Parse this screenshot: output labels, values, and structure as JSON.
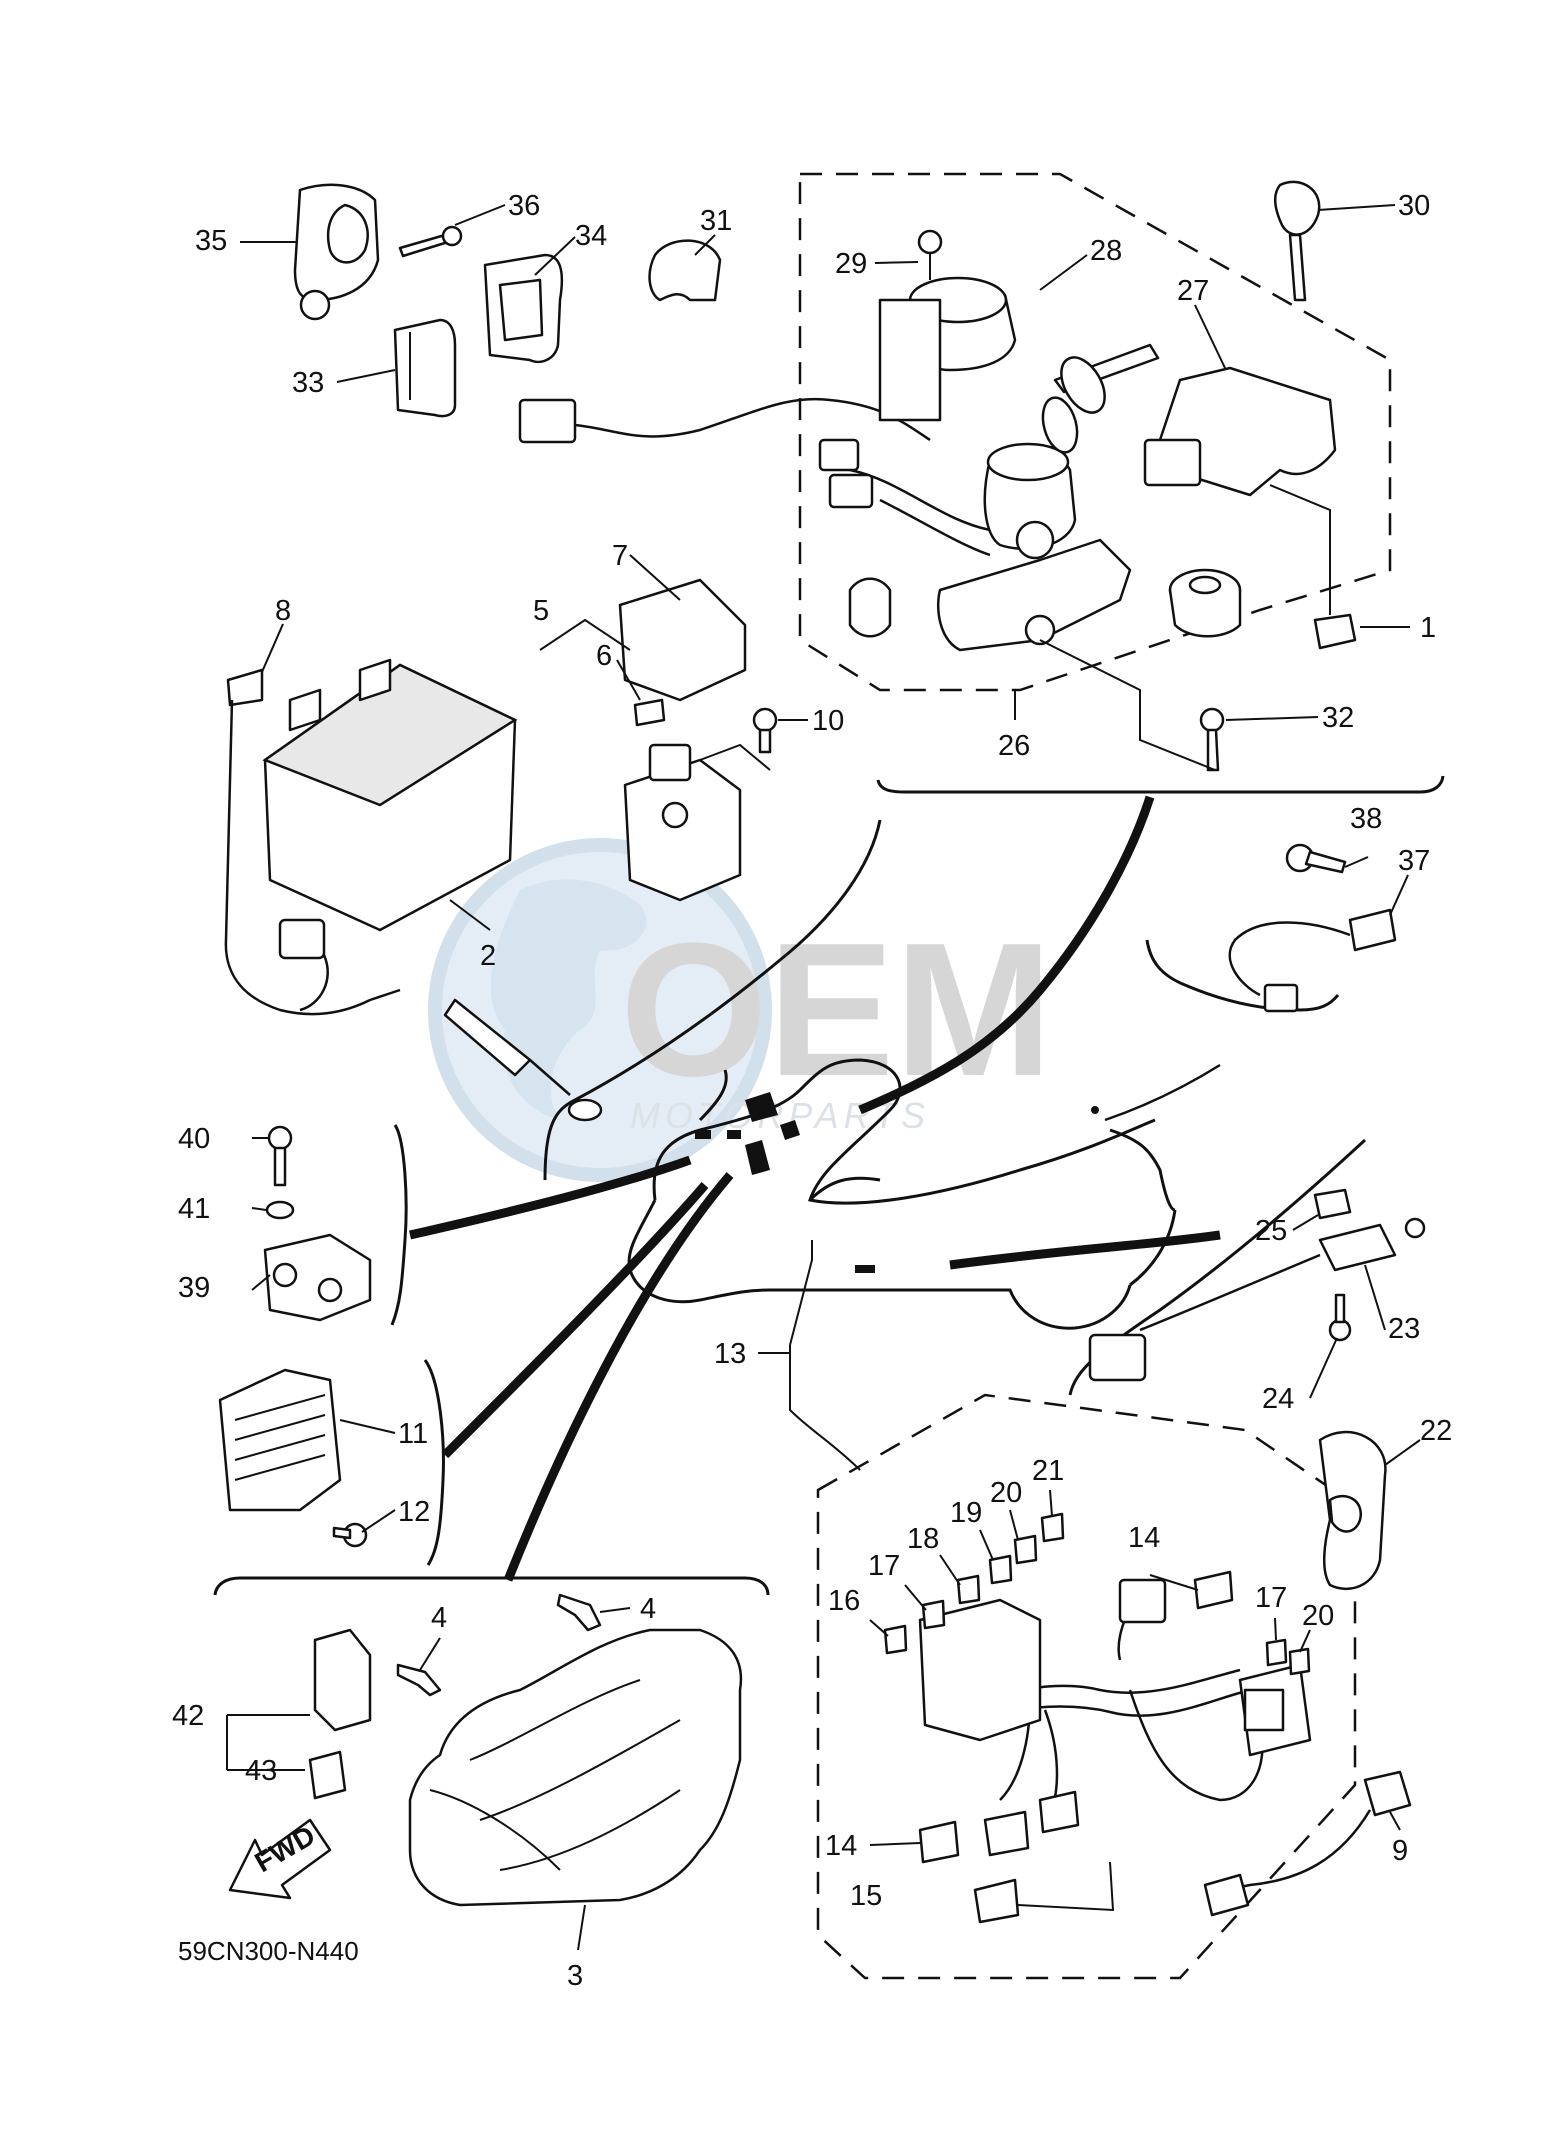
{
  "diagram": {
    "drawing_code": "59CN300-N440",
    "forward_marker": "FWD",
    "watermark": {
      "brand": "OEM",
      "tagline": "MOTORPARTS"
    },
    "callouts": [
      {
        "id": "c1",
        "label": "1"
      },
      {
        "id": "c2",
        "label": "2"
      },
      {
        "id": "c3",
        "label": "3"
      },
      {
        "id": "c4a",
        "label": "4"
      },
      {
        "id": "c4b",
        "label": "4"
      },
      {
        "id": "c5",
        "label": "5"
      },
      {
        "id": "c6",
        "label": "6"
      },
      {
        "id": "c7",
        "label": "7"
      },
      {
        "id": "c8",
        "label": "8"
      },
      {
        "id": "c9",
        "label": "9"
      },
      {
        "id": "c10",
        "label": "10"
      },
      {
        "id": "c11",
        "label": "11"
      },
      {
        "id": "c12",
        "label": "12"
      },
      {
        "id": "c13",
        "label": "13"
      },
      {
        "id": "c14a",
        "label": "14"
      },
      {
        "id": "c14b",
        "label": "14"
      },
      {
        "id": "c15",
        "label": "15"
      },
      {
        "id": "c16",
        "label": "16"
      },
      {
        "id": "c17a",
        "label": "17"
      },
      {
        "id": "c17b",
        "label": "17"
      },
      {
        "id": "c18",
        "label": "18"
      },
      {
        "id": "c19",
        "label": "19"
      },
      {
        "id": "c20a",
        "label": "20"
      },
      {
        "id": "c20b",
        "label": "20"
      },
      {
        "id": "c21",
        "label": "21"
      },
      {
        "id": "c22",
        "label": "22"
      },
      {
        "id": "c23",
        "label": "23"
      },
      {
        "id": "c24",
        "label": "24"
      },
      {
        "id": "c25",
        "label": "25"
      },
      {
        "id": "c26",
        "label": "26"
      },
      {
        "id": "c27",
        "label": "27"
      },
      {
        "id": "c28",
        "label": "28"
      },
      {
        "id": "c29",
        "label": "29"
      },
      {
        "id": "c30",
        "label": "30"
      },
      {
        "id": "c31",
        "label": "31"
      },
      {
        "id": "c32",
        "label": "32"
      },
      {
        "id": "c33",
        "label": "33"
      },
      {
        "id": "c34",
        "label": "34"
      },
      {
        "id": "c35",
        "label": "35"
      },
      {
        "id": "c36",
        "label": "36"
      },
      {
        "id": "c37",
        "label": "37"
      },
      {
        "id": "c38",
        "label": "38"
      },
      {
        "id": "c39",
        "label": "39"
      },
      {
        "id": "c40",
        "label": "40"
      },
      {
        "id": "c41",
        "label": "41"
      },
      {
        "id": "c42",
        "label": "42"
      },
      {
        "id": "c43",
        "label": "43"
      }
    ]
  }
}
